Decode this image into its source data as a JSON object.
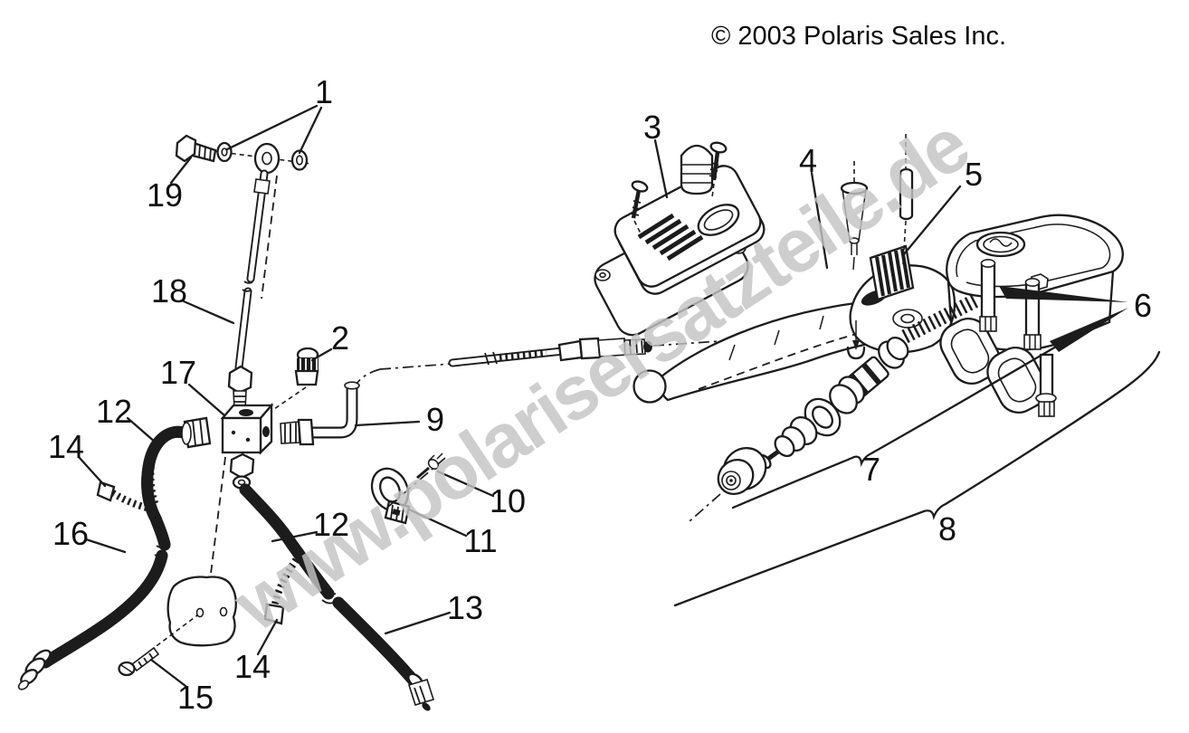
{
  "header": {
    "copyright": "© 2003 Polaris Sales Inc."
  },
  "watermark": {
    "text": "www.polarisersatzteile.de",
    "color": "#c4c4c4"
  },
  "diagram": {
    "type": "exploded-parts-diagram",
    "line_color": "#1c1c1c",
    "background": "#ffffff",
    "callouts": [
      {
        "id": "1",
        "label": "1"
      },
      {
        "id": "19",
        "label": "19"
      },
      {
        "id": "18",
        "label": "18"
      },
      {
        "id": "2",
        "label": "2"
      },
      {
        "id": "17",
        "label": "17"
      },
      {
        "id": "12a",
        "label": "12"
      },
      {
        "id": "9",
        "label": "9"
      },
      {
        "id": "14a",
        "label": "14"
      },
      {
        "id": "10",
        "label": "10"
      },
      {
        "id": "16",
        "label": "16"
      },
      {
        "id": "12b",
        "label": "12"
      },
      {
        "id": "11",
        "label": "11"
      },
      {
        "id": "13",
        "label": "13"
      },
      {
        "id": "14b",
        "label": "14"
      },
      {
        "id": "15",
        "label": "15"
      },
      {
        "id": "3",
        "label": "3"
      },
      {
        "id": "4",
        "label": "4"
      },
      {
        "id": "5",
        "label": "5"
      },
      {
        "id": "6",
        "label": "6"
      },
      {
        "id": "7",
        "label": "7"
      },
      {
        "id": "8",
        "label": "8"
      }
    ]
  }
}
